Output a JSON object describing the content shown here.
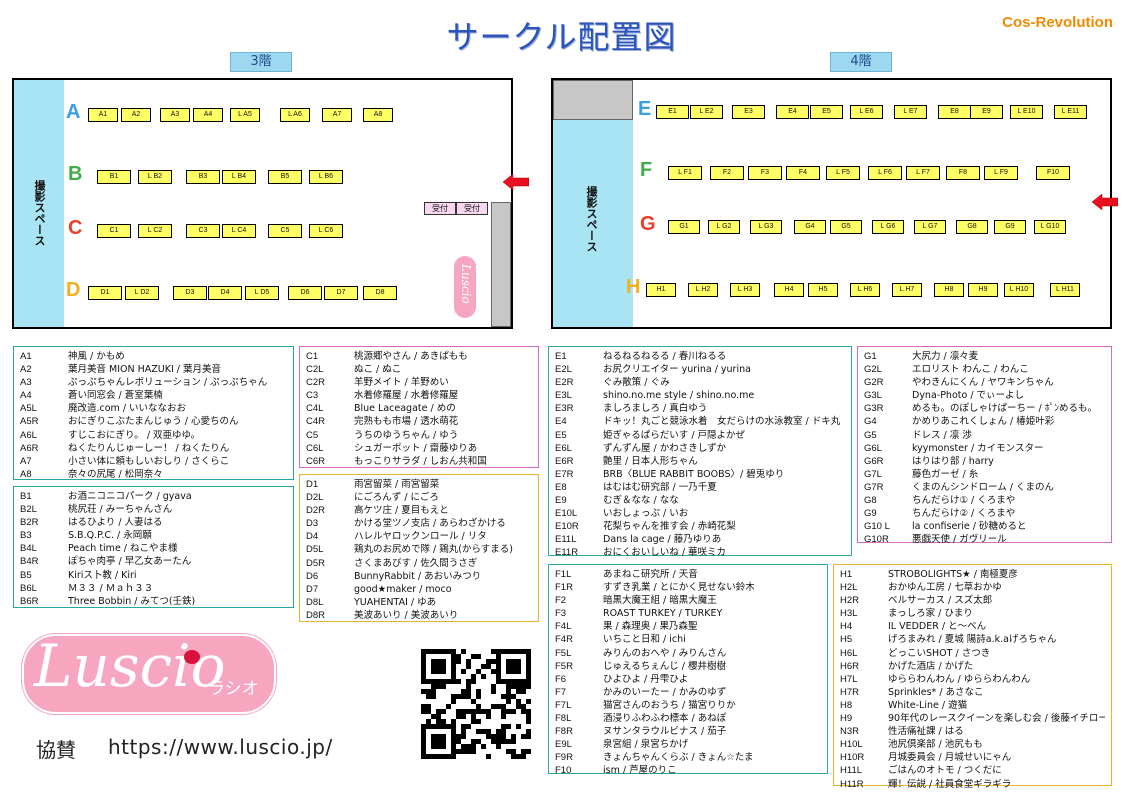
{
  "title": "サークル配置図",
  "brand": "Cos-Revolution",
  "floor3": {
    "tag": "3階",
    "photo_label": "撮影スペース",
    "reception": [
      "受付",
      "受付"
    ],
    "rows": {
      "A": [
        "A1",
        "A2",
        "A3",
        "A4",
        "L A5",
        "L A6",
        "A7",
        "A8"
      ],
      "B": [
        "B1",
        "L B2",
        "B3",
        "L B4",
        "B5",
        "L B6"
      ],
      "C": [
        "C1",
        "L C2",
        "C3",
        "L C4",
        "C5",
        "L C6"
      ],
      "D": [
        "D1",
        "L D2",
        "D3",
        "D4",
        "L D5",
        "D6",
        "D7",
        "D8"
      ]
    }
  },
  "floor4": {
    "tag": "4階",
    "photo_label": "撮影スペース",
    "rows": {
      "E": [
        "E1",
        "L E2",
        "E3",
        "E4",
        "E5",
        "L E6",
        "L E7",
        "E8",
        "E9",
        "L E10",
        "L E11"
      ],
      "F": [
        "L F1",
        "F2",
        "F3",
        "F4",
        "L F5",
        "L F6",
        "L F7",
        "F8",
        "L F9",
        "F10"
      ],
      "G": [
        "G1",
        "L G2",
        "L G3",
        "G4",
        "G5",
        "L G6",
        "L G7",
        "G8",
        "G9",
        "L G10"
      ],
      "H": [
        "H1",
        "L H2",
        "L H3",
        "H4",
        "H5",
        "L H6",
        "L H7",
        "H8",
        "H9",
        "L H10",
        "L H11"
      ]
    }
  },
  "lists": [
    {
      "id": "a",
      "color": "#2aa6a0",
      "rows": [
        [
          "A1",
          "神風 / かもめ"
        ],
        [
          "A2",
          "葉月美音 MION HAZUKI / 葉月美音"
        ],
        [
          "A3",
          "ぷっぷちゃんレボリューション / ぷっぷちゃん"
        ],
        [
          "A4",
          "蒼い同窓会 / 蒼室葉楠"
        ],
        [
          "A5L",
          "廃改造.com / いいななおお"
        ],
        [
          "A5R",
          "おにぎりこぶたまんじゅう / 心愛ちのん"
        ],
        [
          "A6L",
          "すじこおにぎり。 / 双亜ゆゆ。"
        ],
        [
          "A6R",
          "ねくたりんじゅーしー！ / ねくたりん"
        ],
        [
          "A7",
          "小さい体に頼もしいおしり / さくらこ"
        ],
        [
          "A8",
          "奈々の尻尾 / 松岡奈々"
        ]
      ]
    },
    {
      "id": "b",
      "color": "#2aa6a0",
      "rows": [
        [
          "B1",
          "お酒ニコニコパーク / gyava"
        ],
        [
          "B2L",
          "桃尻荘 / みーちゃんさん"
        ],
        [
          "B2R",
          "はるひより / 人妻はる"
        ],
        [
          "B3",
          "S.B.Q.P.C. / 永岡願"
        ],
        [
          "B4L",
          "Peach time / ねこやま様"
        ],
        [
          "B4R",
          "ぽちゃ肉亭 / 早乙女あーたん"
        ],
        [
          "B5",
          "Kiriス卜教 / Kiri"
        ],
        [
          "B6L",
          "Ｍ３３ / Ｍａｈ３３"
        ],
        [
          "B6R",
          "Three Bobbin / みてつ(壬鉄)"
        ]
      ]
    },
    {
      "id": "c",
      "color": "#d36bc8",
      "rows": [
        [
          "C1",
          "桃源郷やさん / あきぱもも"
        ],
        [
          "C2L",
          "ぬこ / ぬこ"
        ],
        [
          "C2R",
          "羊野メイト / 羊野めい"
        ],
        [
          "C3",
          "水着修羅屋 / 水着修羅屋"
        ],
        [
          "C4L",
          "Blue Laceagate / めの"
        ],
        [
          "C4R",
          "完熟もも市場 / 透水萌花"
        ],
        [
          "C5",
          "うちのゆうちゃん / ゆう"
        ],
        [
          "C6L",
          "シュガーポット / 齋藤ゆりあ"
        ],
        [
          "C6R",
          "もっこりサラダ / しおん共和国"
        ]
      ]
    },
    {
      "id": "d",
      "color": "#e8b62a",
      "rows": [
        [
          "D1",
          "雨宮留菜 / 雨宮留菜"
        ],
        [
          "D2L",
          "にごろんず / にごろ"
        ],
        [
          "D2R",
          "高ケツ庄 / 夏目もえと"
        ],
        [
          "D3",
          "かける堂ツノ支店 / あらわざかける"
        ],
        [
          "D4",
          "ハレルヤロックンロール / リタ"
        ],
        [
          "D5L",
          "鶏丸のお尻めで隊 / 鶏丸(からすまる)"
        ],
        [
          "D5R",
          "さくまあびす / 佐久間うさぎ"
        ],
        [
          "D6",
          "BunnyRabbit / あおいみつり"
        ],
        [
          "D7",
          "good★maker / moco"
        ],
        [
          "D8L",
          "YUAHENTAI / ゆあ"
        ],
        [
          "D8R",
          "美波あいり / 美波あいり"
        ]
      ]
    },
    {
      "id": "e",
      "color": "#2aa6a0",
      "rows": [
        [
          "E1",
          "ねるねるねるる / 春川ねるる"
        ],
        [
          "E2L",
          "お尻クリエイター yurina / yurina"
        ],
        [
          "E2R",
          "ぐみ散策 / ぐみ"
        ],
        [
          "E3L",
          "shino.no.me style / shino.no.me"
        ],
        [
          "E3R",
          "ましろましろ / 真白ゆう"
        ],
        [
          "E4",
          "ドキッ！丸ごと競泳水着　女だらけの水泳教室 / ドキ丸"
        ],
        [
          "E5",
          "姫ぎゃるぱらだいす / 戸隠よかぜ"
        ],
        [
          "E6L",
          "ずんずん屋 / かわさきしずか"
        ],
        [
          "E6R",
          "艶里 / 日本人形ちゃん"
        ],
        [
          "E7R",
          "BRB〈BLUE RABBIT BOOBS〉/ 碧兎ゆり"
        ],
        [
          "E8",
          "はむはむ研究部 / 一乃千夏"
        ],
        [
          "E9",
          "むぎ＆なな / なな"
        ],
        [
          "E10L",
          "いおしょっぷ / いお"
        ],
        [
          "E10R",
          "花梨ちゃんを推す会 / 赤崎花梨"
        ],
        [
          "E11L",
          "Dans la cage / 藤乃ゆりあ"
        ],
        [
          "E11R",
          "おにくおいしいね / 華咲ミカ"
        ]
      ]
    },
    {
      "id": "f",
      "color": "#2aa6a0",
      "rows": [
        [
          "F1L",
          "あまねこ研究所 / 天音"
        ],
        [
          "F1R",
          "すずき乳業 / とにかく見せない鈴木"
        ],
        [
          "F2",
          "暗黒大魔王組 / 暗黒大魔王"
        ],
        [
          "F3",
          "ROAST TURKEY / TURKEY"
        ],
        [
          "F4L",
          "果 / 森理奥 / 果乃森聖"
        ],
        [
          "F4R",
          "いちこと日和 / ichi"
        ],
        [
          "F5L",
          "みりんのおへや / みりんさん"
        ],
        [
          "F5R",
          "じゅえるちぇんじ / 櫻井樹樹"
        ],
        [
          "F6",
          "ひよひよ / 丹雫ひよ"
        ],
        [
          "F7",
          "かみのいーたー / かみのゆず"
        ],
        [
          "F7L",
          "猫宮さんのおうち / 猫宮りりか"
        ],
        [
          "F8L",
          "酒浸りふわふわ標本 / あねぽ"
        ],
        [
          "F8R",
          "ヌサンタラウルビナス / 茄子"
        ],
        [
          "E9L",
          "泉宮組 / 泉宮ちかげ"
        ],
        [
          "F9R",
          "きょんちゃんくらぶ / きょん☆たま"
        ],
        [
          "F10",
          "ism / 芦屋のりこ"
        ]
      ]
    },
    {
      "id": "g",
      "color": "#d36bc8",
      "rows": [
        [
          "G1",
          "大尻力 / 凛々麦"
        ],
        [
          "G2L",
          "エロリスト わんこ / わんこ"
        ],
        [
          "G2R",
          "やわきんにくん / ヤワキンちゃん"
        ],
        [
          "G3L",
          "Dyna-Photo / でぃーよし"
        ],
        [
          "G3R",
          "めるも。のぽしゃけぱーちー / ﾎﾟﾝめるも。"
        ],
        [
          "G4",
          "かめりあこれくしょん / 椿姫叶彩"
        ],
        [
          "G5",
          "ドレス / 凛 渉"
        ],
        [
          "G6L",
          "kyymonster / カイモンスター"
        ],
        [
          "G6R",
          "はりはり部 / harry"
        ],
        [
          "G7L",
          "藤色ガーゼ / 糸"
        ],
        [
          "G7R",
          "くまのんシンドローム / くまのん"
        ],
        [
          "G8",
          "ちんだらけ① / くろまや"
        ],
        [
          "G9",
          "ちんだらけ② / くろまや"
        ],
        [
          "G10 L",
          "la confiserie / 砂糖めると"
        ],
        [
          "G10R",
          "悪戯天使 / ガヴリール"
        ]
      ]
    },
    {
      "id": "h",
      "color": "#e8b62a",
      "rows": [
        [
          "H1",
          "STROBOLIGHTS★ / 南極夏彦"
        ],
        [
          "H2L",
          "おかゆん工房 / 七草おかゆ"
        ],
        [
          "H2R",
          "ベルサーカス / スズ太郎"
        ],
        [
          "H3L",
          "まっしろ家 / ひまり"
        ],
        [
          "H4",
          "IL VEDDER / と～べん"
        ],
        [
          "H5",
          "げろまみれ / 夏城 陽詩a.k.aげろちゃん"
        ],
        [
          "H6L",
          "どっこいSHOT / さつき"
        ],
        [
          "H6R",
          "かげた酒店 / かげた"
        ],
        [
          "H7L",
          "ゆららわんわん / ゆららわんわん"
        ],
        [
          "H7R",
          "Sprinkles* / あさなこ"
        ],
        [
          "H8",
          "White-Line / 遊猫"
        ],
        [
          "H9",
          "90年代のレースクイーンを楽しむ会 / 後藤イチロー"
        ],
        [
          "N3R",
          "性活痛祉課 / はる"
        ],
        [
          "H10L",
          "池尻倶楽部 / 池尻もも"
        ],
        [
          "H10R",
          "月城委員会 / 月城せいにゃん"
        ],
        [
          "H11L",
          "ごはんのオトモ / つくだに"
        ],
        [
          "H11R",
          "輝！伝説 / 社員食堂ギラギラ"
        ]
      ]
    }
  ],
  "sponsor": {
    "logo_main": "Luscio",
    "logo_sub": "ラシオ",
    "label": "協賛",
    "url": "https://www.luscio.jp/"
  },
  "colors": {
    "title": "#2d54b8",
    "brand": "#f08a00",
    "booth": "#ffff66",
    "photo": "#a9e4f4",
    "arrow": "#e8101e",
    "row_A": "#3aa0e0",
    "row_B": "#3fae4a",
    "row_C": "#e8402a",
    "row_D": "#f0b020"
  }
}
